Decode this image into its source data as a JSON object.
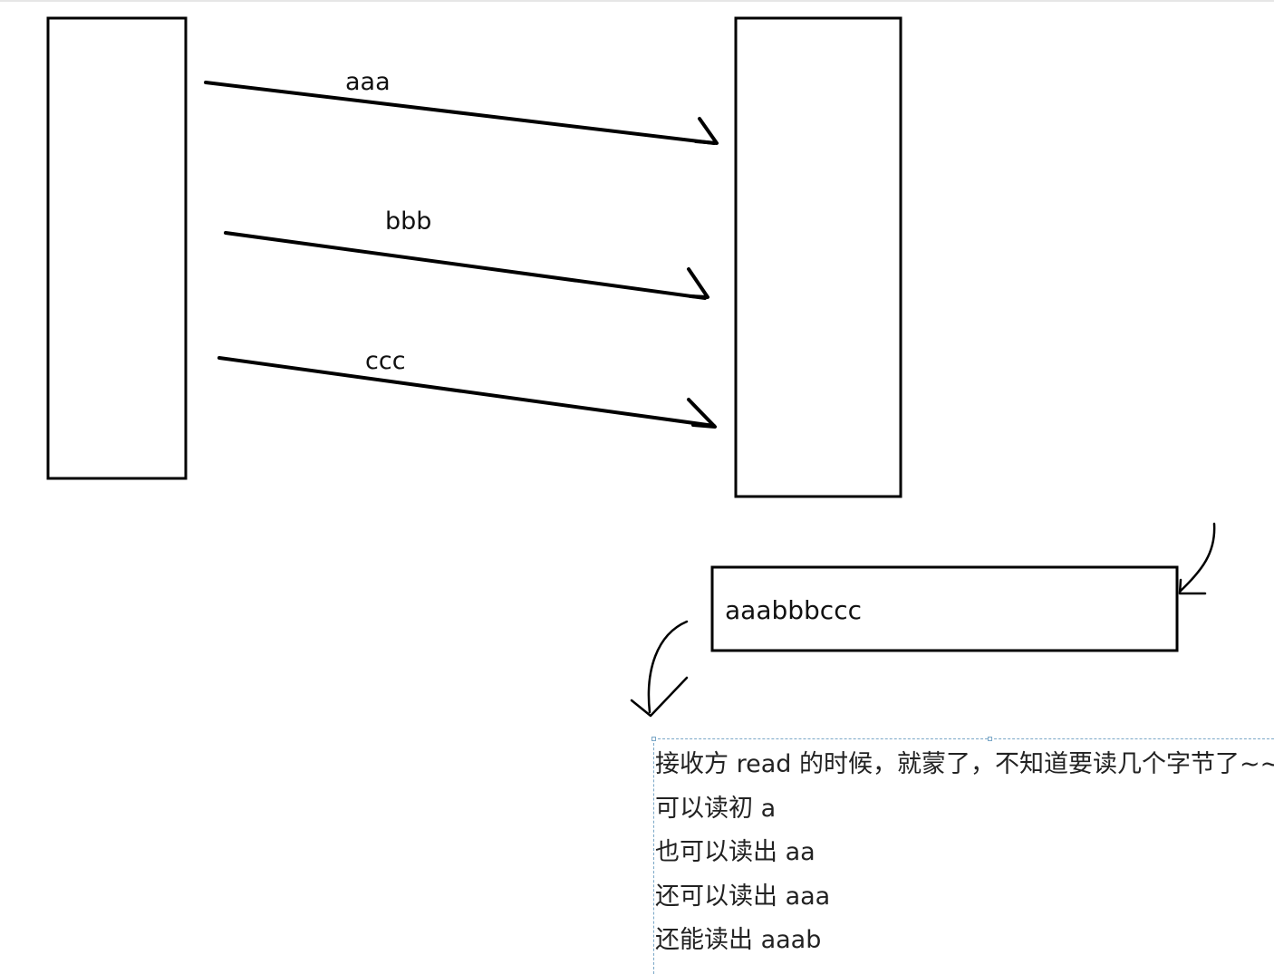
{
  "arrows": [
    {
      "label": "aaa"
    },
    {
      "label": "bbb"
    },
    {
      "label": "ccc"
    }
  ],
  "buffer": {
    "content": "aaabbbccc"
  },
  "notes": [
    "接收方 read 的时候，就蒙了，不知道要读几个字节了~~",
    "可以读初 a",
    "也可以读出 aa",
    "还可以读出 aaa",
    "还能读出 aaab"
  ]
}
